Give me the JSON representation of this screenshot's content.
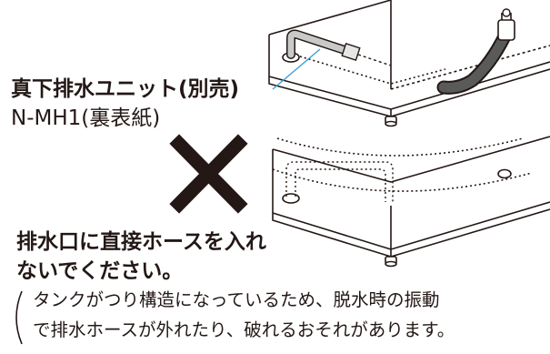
{
  "accessory": {
    "name": "真下排水ユニット(別売)",
    "model": "N-MH1",
    "reference": "(裏表紙)"
  },
  "warning": {
    "line1": "排水口に直接ホースを入れ",
    "line2": "ないでください。"
  },
  "note": {
    "line1": "タンクがつり構造になっているため、脱水時の振動",
    "line2": "で排水ホースが外れたり、破れるおそれがあります。"
  },
  "colors": {
    "text": "#231815",
    "hose_highlight": "#3aa0d6",
    "prohibit_mark": "#231815",
    "line_art": "#231815"
  },
  "icons": [
    "prohibited-cross-icon"
  ]
}
